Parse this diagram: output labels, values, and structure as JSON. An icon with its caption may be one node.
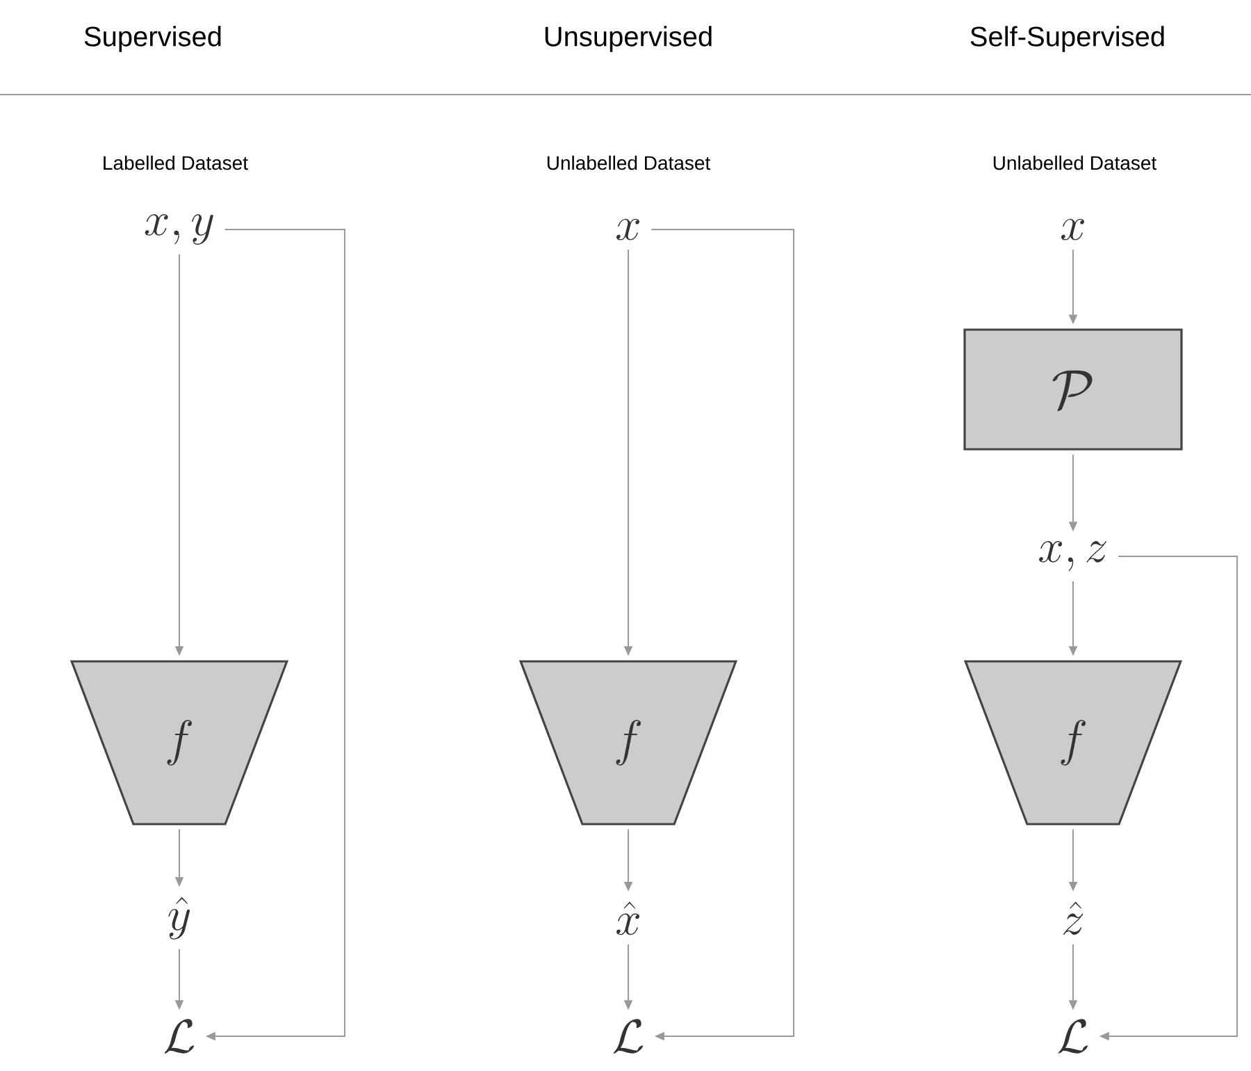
{
  "diagram": {
    "nodes": [
      {
        "text": [
          "x, y"
        ]
      },
      {
        "text": [
          "f"
        ]
      },
      {
        "text": [
          "\\hat{y}"
        ]
      },
      {
        "text": [
          "\\mathcal{L}"
        ]
      },
      {
        "text": [
          "x"
        ]
      },
      {
        "text": [
          "f"
        ]
      },
      {
        "text": [
          "\\hat{x}"
        ]
      },
      {
        "text": [
          "\\mathcal{L}"
        ]
      },
      {
        "text": [
          "x"
        ]
      },
      {
        "text": [
          "\\mathcal{P}"
        ]
      },
      {
        "text": [
          "x, z"
        ]
      },
      {
        "text": [
          "f"
        ]
      },
      {
        "text": [
          "\\hat{z}"
        ]
      },
      {
        "text": [
          "\\mathcal{L}"
        ]
      }
    ],
    "edges": [
      {
        "from": 0,
        "to": 1,
        "arrow": "to"
      },
      {
        "from": 1,
        "to": 2,
        "arrow": "to"
      },
      {
        "from": 2,
        "to": 3,
        "arrow": "to"
      },
      {
        "from": 0,
        "to": 3,
        "arrow": "to"
      },
      {
        "from": 4,
        "to": 5,
        "arrow": "to"
      },
      {
        "from": 5,
        "to": 6,
        "arrow": "to"
      },
      {
        "from": 6,
        "to": 7,
        "arrow": "to"
      },
      {
        "from": 4,
        "to": 7,
        "arrow": "to"
      },
      {
        "from": 8,
        "to": 9,
        "arrow": "to"
      },
      {
        "from": 9,
        "to": 10,
        "arrow": "to"
      },
      {
        "from": 10,
        "to": 11,
        "arrow": "to"
      },
      {
        "from": 11,
        "to": 12,
        "arrow": "to"
      },
      {
        "from": 12,
        "to": 13,
        "arrow": "to"
      },
      {
        "from": 10,
        "to": 13,
        "arrow": "to"
      }
    ],
    "labels": [
      "Supervised",
      "Unsupervised",
      "Self-Supervised",
      "Labelled Dataset",
      "Unlabelled Dataset",
      "Unlabelled Dataset"
    ]
  }
}
